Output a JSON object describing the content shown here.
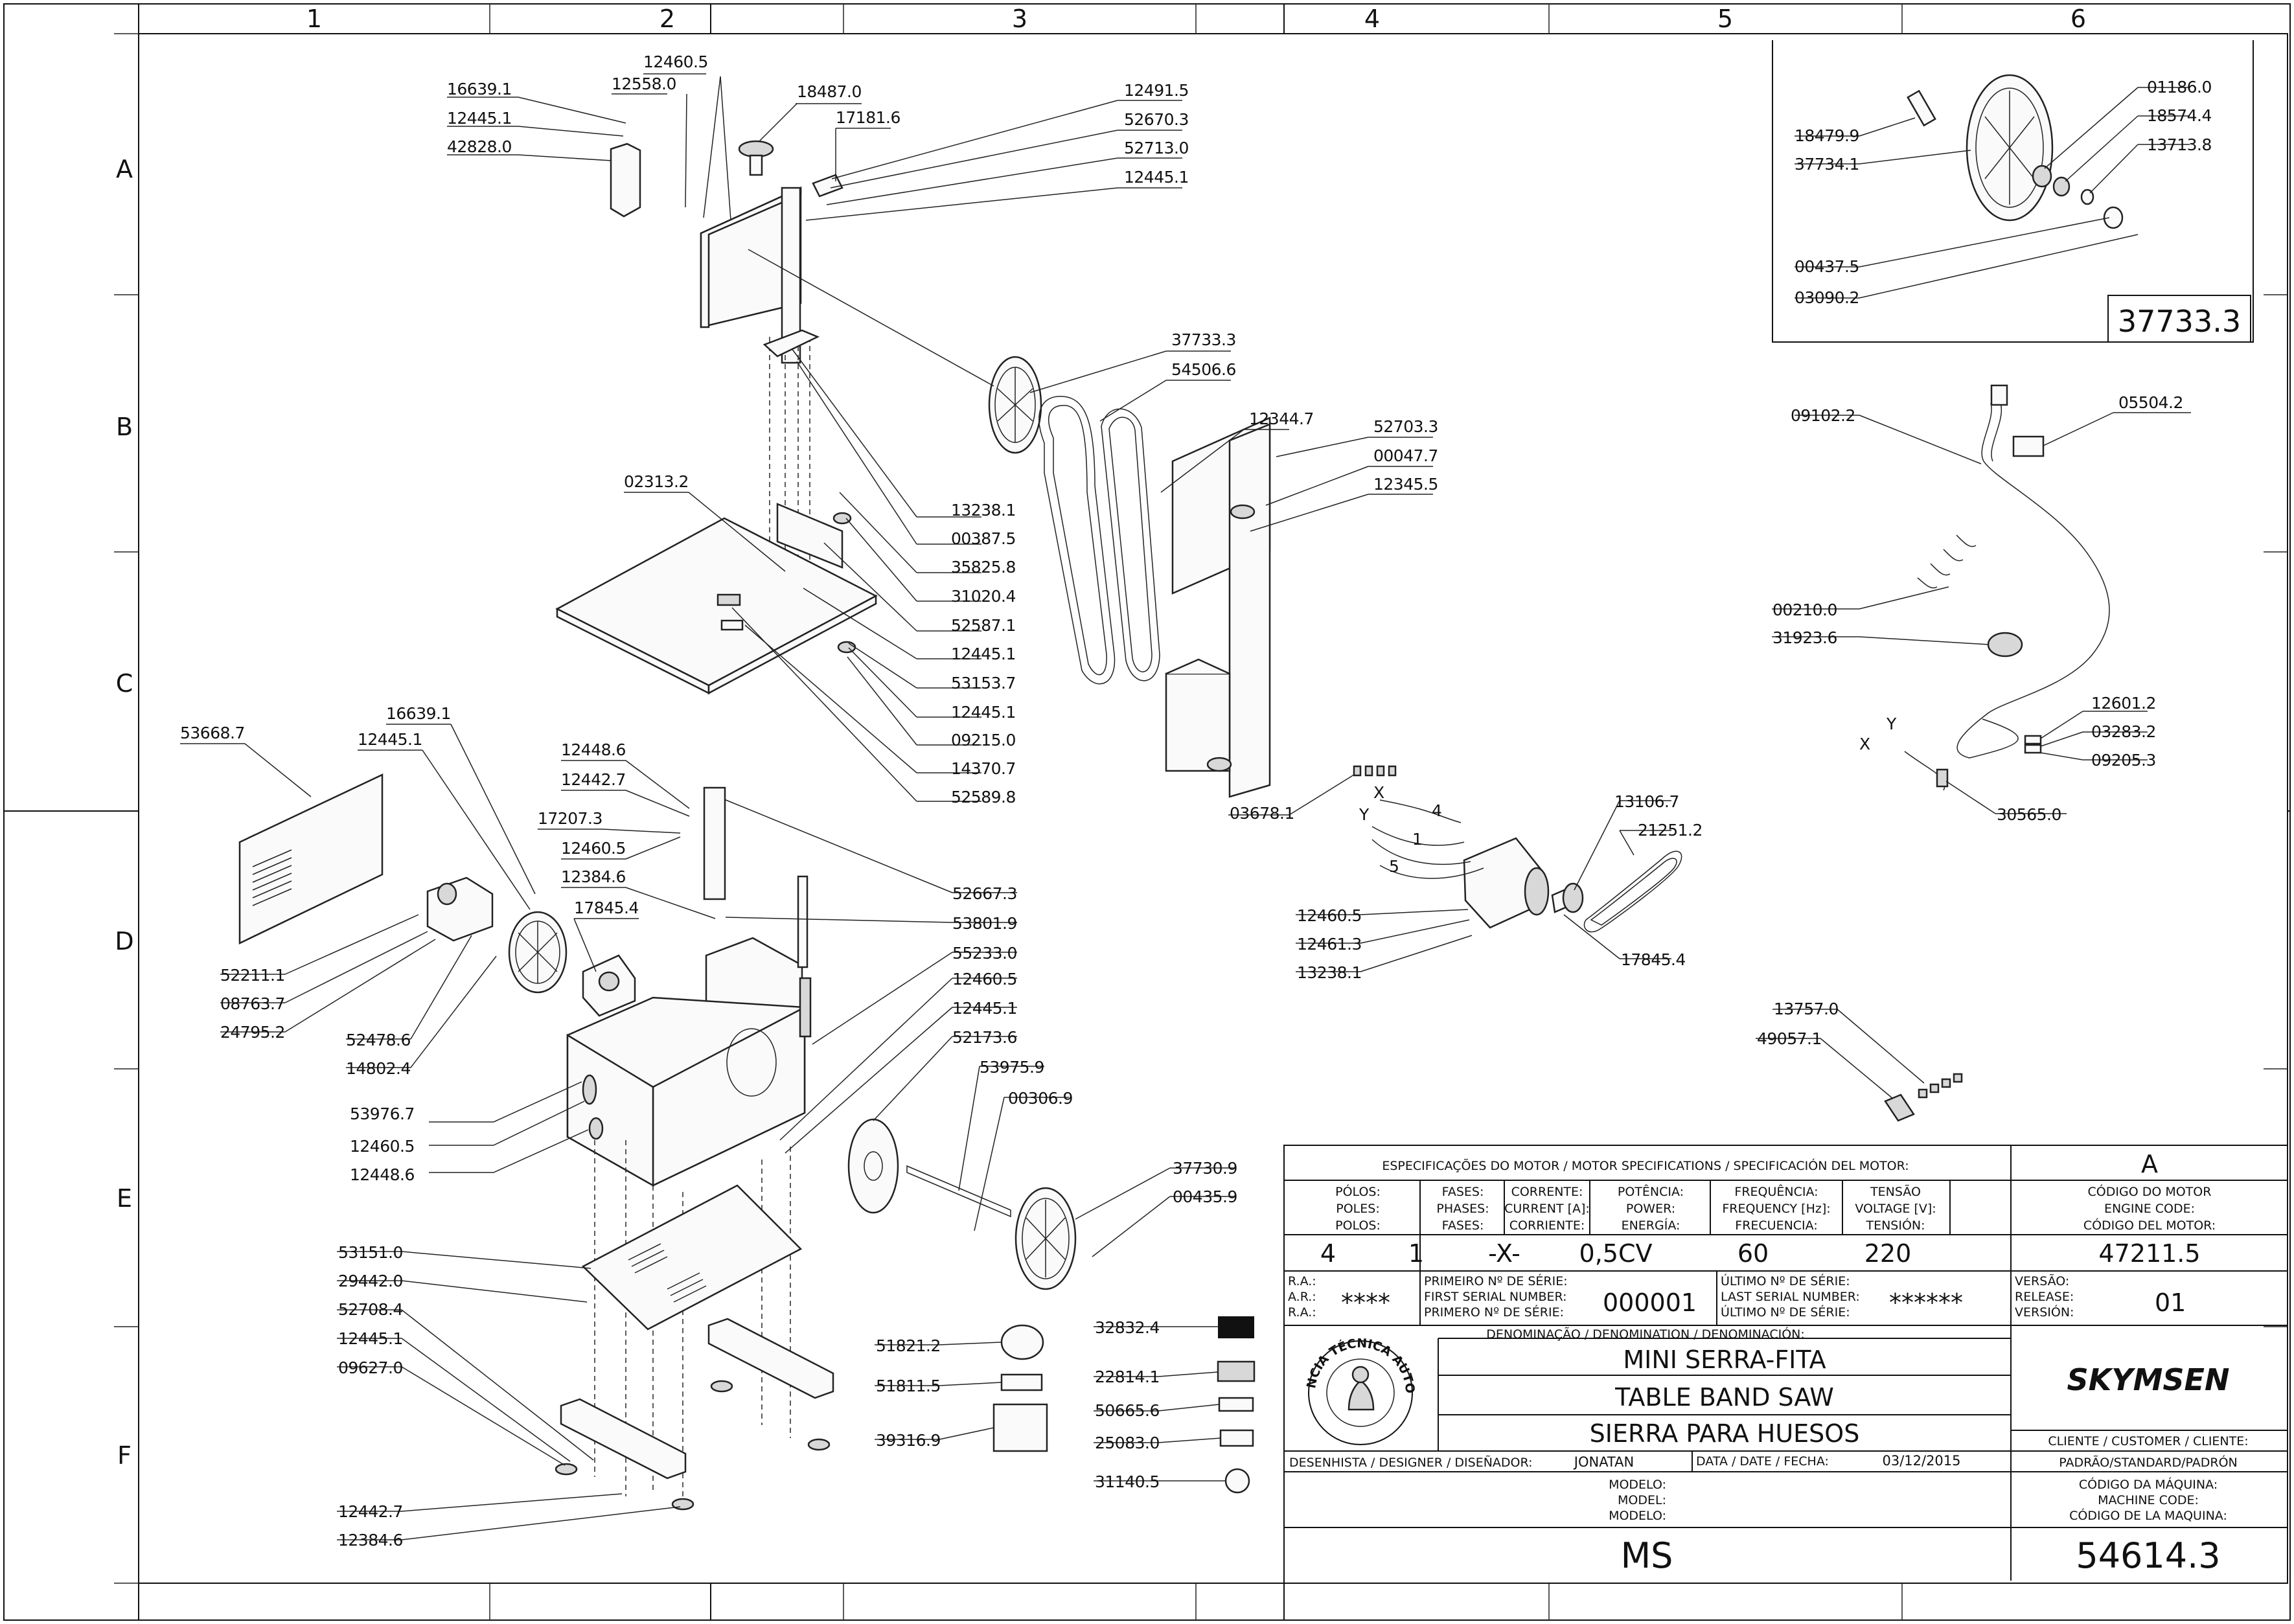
{
  "zones": {
    "columns": [
      "1",
      "2",
      "3",
      "4",
      "5",
      "6"
    ],
    "rows": [
      "A",
      "B",
      "C",
      "D",
      "E",
      "F"
    ]
  },
  "labels": {
    "a16639_1": "16639.1",
    "a12445_1": "12445.1",
    "a42828_0": "42828.0",
    "a12460_5": "12460.5",
    "a12558_0": "12558.0",
    "a18487_0": "18487.0",
    "a17181_6": "17181.6",
    "a12491_5": "12491.5",
    "a52670_3": "52670.3",
    "a52713_0": "52713.0",
    "a12445_1b": "12445.1",
    "b37733_3": "37733.3",
    "b54506_6": "54506.6",
    "b12344_7": "12344.7",
    "b52703_3": "52703.3",
    "b00047_7": "00047.7",
    "b12345_5": "12345.5",
    "b13238_1": "13238.1",
    "b00387_5": "00387.5",
    "b35825_8": "35825.8",
    "b31020_4": "31020.4",
    "b52587_1": "52587.1",
    "b12445_1c": "12445.1",
    "b53153_7": "53153.7",
    "b12445_1d": "12445.1",
    "b09215_0": "09215.0",
    "b14370_7": "14370.7",
    "b52589_8": "52589.8",
    "b02313_2": "02313.2",
    "c53668_7": "53668.7",
    "c16639_1": "16639.1",
    "c12445_1": "12445.1",
    "c12448_6": "12448.6",
    "c12442_7": "12442.7",
    "c17207_3": "17207.3",
    "c12460_5": "12460.5",
    "c12384_6": "12384.6",
    "c17845_4": "17845.4",
    "c52211_1": "52211.1",
    "c08763_7": "08763.7",
    "c24795_2": "24795.2",
    "c52478_6": "52478.6",
    "c14802_4": "14802.4",
    "c52667_3": "52667.3",
    "c53801_9": "53801.9",
    "c55233_0": "55233.0",
    "c12460_5b": "12460.5",
    "c12445_1b": "12445.1",
    "c52173_6": "52173.6",
    "c53975_9": "53975.9",
    "c00306_9": "00306.9",
    "c53976_7": "53976.7",
    "c12460_5c": "12460.5",
    "c12448_6b": "12448.6",
    "c37730_9": "37730.9",
    "c00435_9": "00435.9",
    "f53151_0": "53151.0",
    "f29442_0": "29442.0",
    "f52708_4": "52708.4",
    "f12445_1": "12445.1",
    "f09627_0": "09627.0",
    "f12442_7": "12442.7",
    "f12384_6": "12384.6",
    "f51821_2": "51821.2",
    "f51811_5": "51811.5",
    "f39316_9": "39316.9",
    "f32832_4": "32832.4",
    "f22814_1": "22814.1",
    "f50665_6": "50665.6",
    "f25083_0": "25083.0",
    "f31140_5": "31140.5",
    "m03678_1": "03678.1",
    "m13106_7": "13106.7",
    "m21251_2": "21251.2",
    "m12460_5": "12460.5",
    "m12461_3": "12461.3",
    "m13238_1": "13238.1",
    "m17845_4": "17845.4",
    "m_x": "X",
    "m_y": "Y",
    "m_4": "4",
    "m_1": "1",
    "m_5": "5",
    "d18479_9": "18479.9",
    "d37734_1": "37734.1",
    "d01186_0": "01186.0",
    "d18574_4": "18574.4",
    "d13713_8": "13713.8",
    "d00437_5": "00437.5",
    "d03090_2": "03090.2",
    "d_box": "37733.3",
    "e09102_2": "09102.2",
    "e05504_2": "05504.2",
    "e00210_0": "00210.0",
    "e31923_6": "31923.6",
    "e12601_2": "12601.2",
    "e03283_2": "03283.2",
    "e09205_3": "09205.3",
    "e30565_0": "30565.0",
    "e_x": "X",
    "e_y": "Y",
    "g13757_0": "13757.0",
    "g49057_1": "49057.1"
  },
  "title_block": {
    "motor_header": "ESPECIFICAÇÕES DO MOTOR / MOTOR SPECIFICATIONS / SPECIFICACIÓN DEL MOTOR:",
    "rev_letter": "A",
    "poles": [
      "PÓLOS:",
      "POLES:",
      "POLOS:"
    ],
    "phases": [
      "FASES:",
      "PHASES:",
      "FASES:"
    ],
    "current": [
      "CORRENTE:",
      "CURRENT [A]:",
      "CORRIENTE:"
    ],
    "power": [
      "POTÊNCIA:",
      "POWER:",
      "ENERGÍA:"
    ],
    "frequency": [
      "FREQUÊNCIA:",
      "FREQUENCY [Hz]:",
      "FRECUENCIA:"
    ],
    "voltage": [
      "TENSÃO",
      "VOLTAGE [V]:",
      "TENSIÓN:"
    ],
    "engine_code": [
      "CÓDIGO DO MOTOR",
      "ENGINE CODE:",
      "CÓDIGO DEL MOTOR:"
    ],
    "v_poles": "4",
    "v_phases": "1",
    "v_current": "-X-",
    "v_power": "0,5CV",
    "v_freq": "60",
    "v_voltage": "220",
    "v_engine": "47211.5",
    "ra": [
      "R.A.:",
      "A.R.:",
      "R.A.:"
    ],
    "ra_value": "****",
    "first_serial": [
      "PRIMEIRO Nº DE SÉRIE:",
      "FIRST SERIAL NUMBER:",
      "PRIMERO Nº DE SÉRIE:"
    ],
    "first_serial_value": "000001",
    "last_serial": [
      "ÚLTIMO Nº DE SÉRIE:",
      "LAST SERIAL NUMBER:",
      "ÚLTIMO Nº DE SÉRIE:"
    ],
    "last_serial_value": "******",
    "version": [
      "VERSÃO:",
      "RELEASE:",
      "VERSIÓN:"
    ],
    "version_value": "01",
    "denomination_header": "DENOMINAÇÃO / DENOMINATION / DENOMINACIÓN:",
    "name_pt": "MINI SERRA-FITA",
    "name_en": "TABLE BAND SAW",
    "name_es": "SIERRA PARA HUESOS",
    "seal_text": "ASSISTÊNCIA TÉCNICA AUTORIZADA",
    "brand": "SKYMSEN",
    "client_header": "CLIENTE / CUSTOMER / CLIENTE:",
    "client_value": "PADRÃO/STANDARD/PADRÓN",
    "designer_label": "DESENHISTA / DESIGNER / DISEÑADOR:",
    "designer": "JONATAN",
    "date_label": "DATA / DATE / FECHA:",
    "date": "03/12/2015",
    "model_labels": [
      "MODELO:",
      "MODEL:",
      "MODELO:"
    ],
    "machine_code_labels": [
      "CÓDIGO DA MÁQUINA:",
      "MACHINE CODE:",
      "CÓDIGO DE LA MAQUINA:"
    ],
    "model_value": "MS",
    "machine_code": "54614.3"
  }
}
